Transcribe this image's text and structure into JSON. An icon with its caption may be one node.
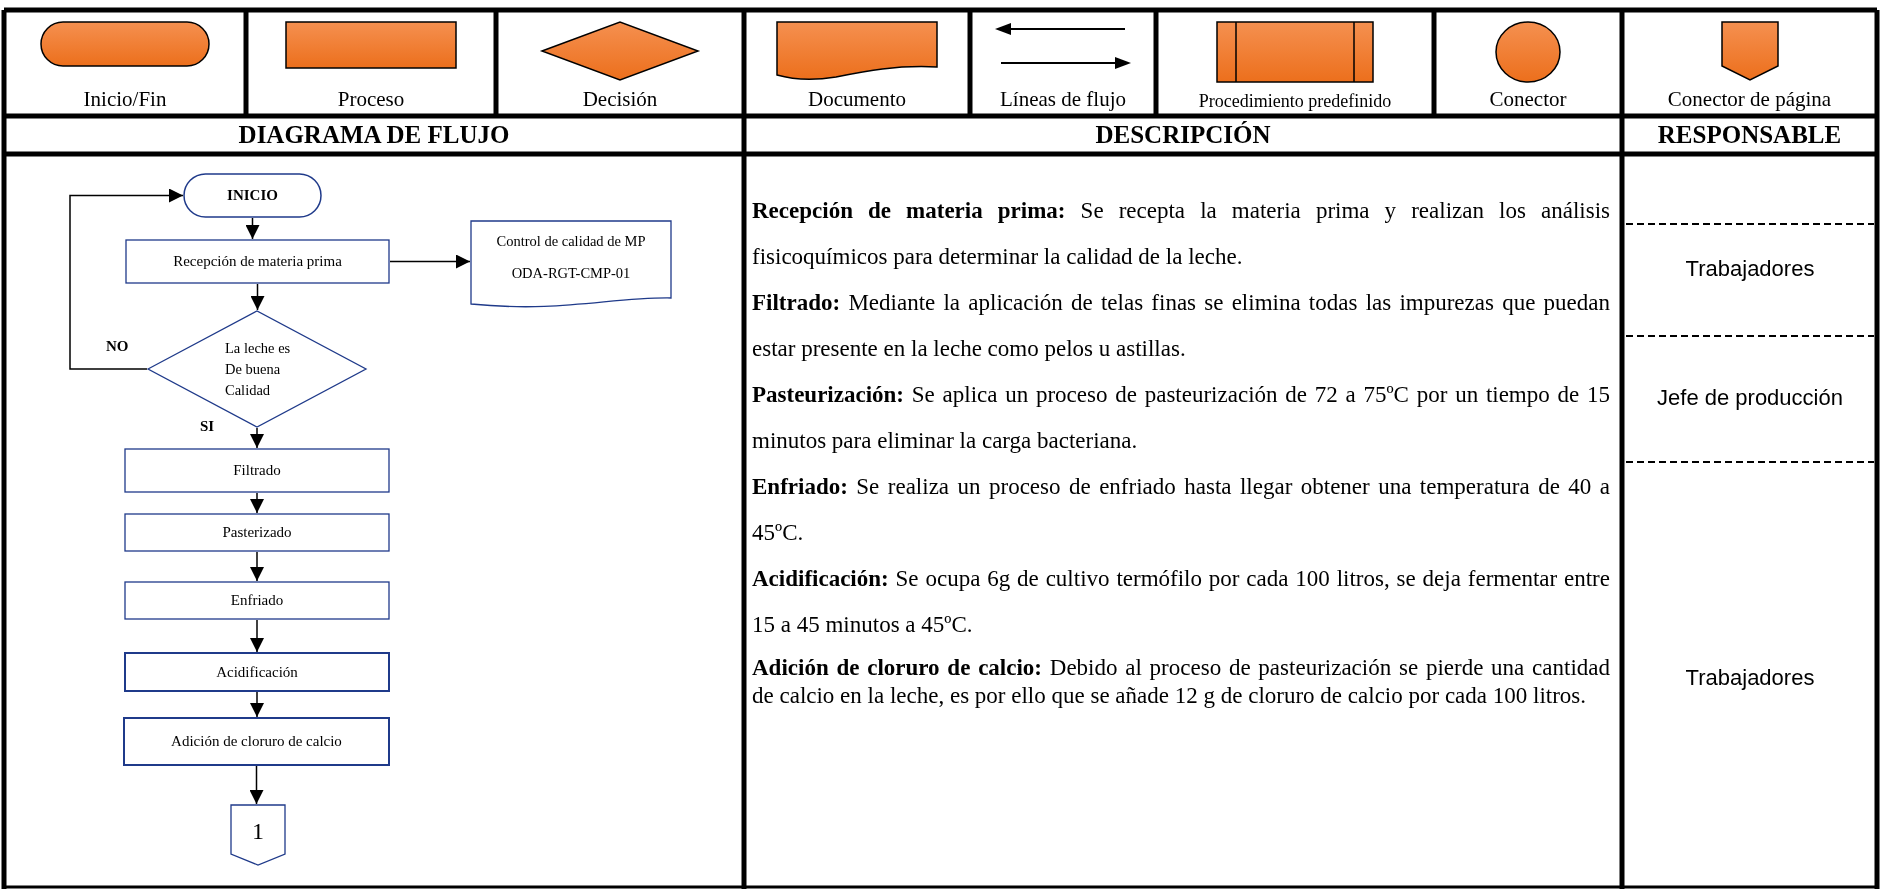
{
  "diagram": {
    "nodes": [
      {
        "text": [
          "INICIO"
        ]
      },
      {
        "text": [
          "Recepción de materia prima"
        ]
      },
      {
        "text": [
          "Control de calidad de MP",
          "ODA-RGT-CMP-01"
        ]
      },
      {
        "text": [
          "La leche es De buena Calidad"
        ]
      },
      {
        "text": [
          "Filtrado"
        ]
      },
      {
        "text": [
          "Pasterizado"
        ]
      },
      {
        "text": [
          "Enfriado"
        ]
      },
      {
        "text": [
          "Acidificación"
        ]
      },
      {
        "text": [
          "Adición de cloruro de calcio"
        ]
      },
      {
        "text": [
          "1"
        ]
      }
    ],
    "edges": [
      {
        "from": 0,
        "to": 1,
        "arrow": "to"
      },
      {
        "from": 1,
        "to": 2,
        "arrow": "to"
      },
      {
        "from": 1,
        "to": 3,
        "arrow": "to"
      },
      {
        "from": 3,
        "to": 0,
        "arrow": "to",
        "label": "NO"
      },
      {
        "from": 3,
        "to": 4,
        "arrow": "to",
        "label": "SI"
      },
      {
        "from": 4,
        "to": 5,
        "arrow": "to"
      },
      {
        "from": 5,
        "to": 6,
        "arrow": "to"
      },
      {
        "from": 6,
        "to": 7,
        "arrow": "to"
      },
      {
        "from": 7,
        "to": 8,
        "arrow": "to"
      },
      {
        "from": 8,
        "to": 9,
        "arrow": "to"
      }
    ],
    "labels": [
      "DIAGRAMA DE FLUJO",
      "DESCRIPCIÓN",
      "RESPONSABLE",
      "**Recepción de materia prima:** Se recepta la materia prima y realizan los análisis fisicoquímicos para determinar la calidad de la leche.",
      "**Filtrado:** Mediante la aplicación de telas finas se elimina todas las impurezas que puedan estar presente en la leche como pelos u astillas.",
      "**Pasteurización:** Se aplica un proceso de pasteurización de 72 a 75ºC por un tiempo de 15 minutos para eliminar la carga bacteriana.",
      "**Enfriado:** Se realiza un proceso de enfriado hasta llegar obtener una temperatura de 40 a 45ºC.",
      "**Acidificación:** Se ocupa 6g de cultivo termófilo por cada 100 litros, se deja fermentar entre 15 a 45  minutos a 45ºC.",
      "**Adición de cloruro de calcio:** Debido al proceso de pasteurización se pierde una cantidad de calcio en la leche, es por ello que se añade 12 g de cloruro de calcio por cada 100 litros.",
      "Trabajadores",
      "Jefe de producción",
      "Trabajadores"
    ],
    "legend": [
      {
        "text": "Inicio/Fin"
      },
      {
        "text": "Proceso"
      },
      {
        "text": "Decisión"
      },
      {
        "text": "Documento"
      },
      {
        "text": "Líneas de flujo"
      },
      {
        "text": "Procedimiento predefinido"
      },
      {
        "text": "Conector"
      },
      {
        "text": "Conector de página"
      }
    ]
  }
}
